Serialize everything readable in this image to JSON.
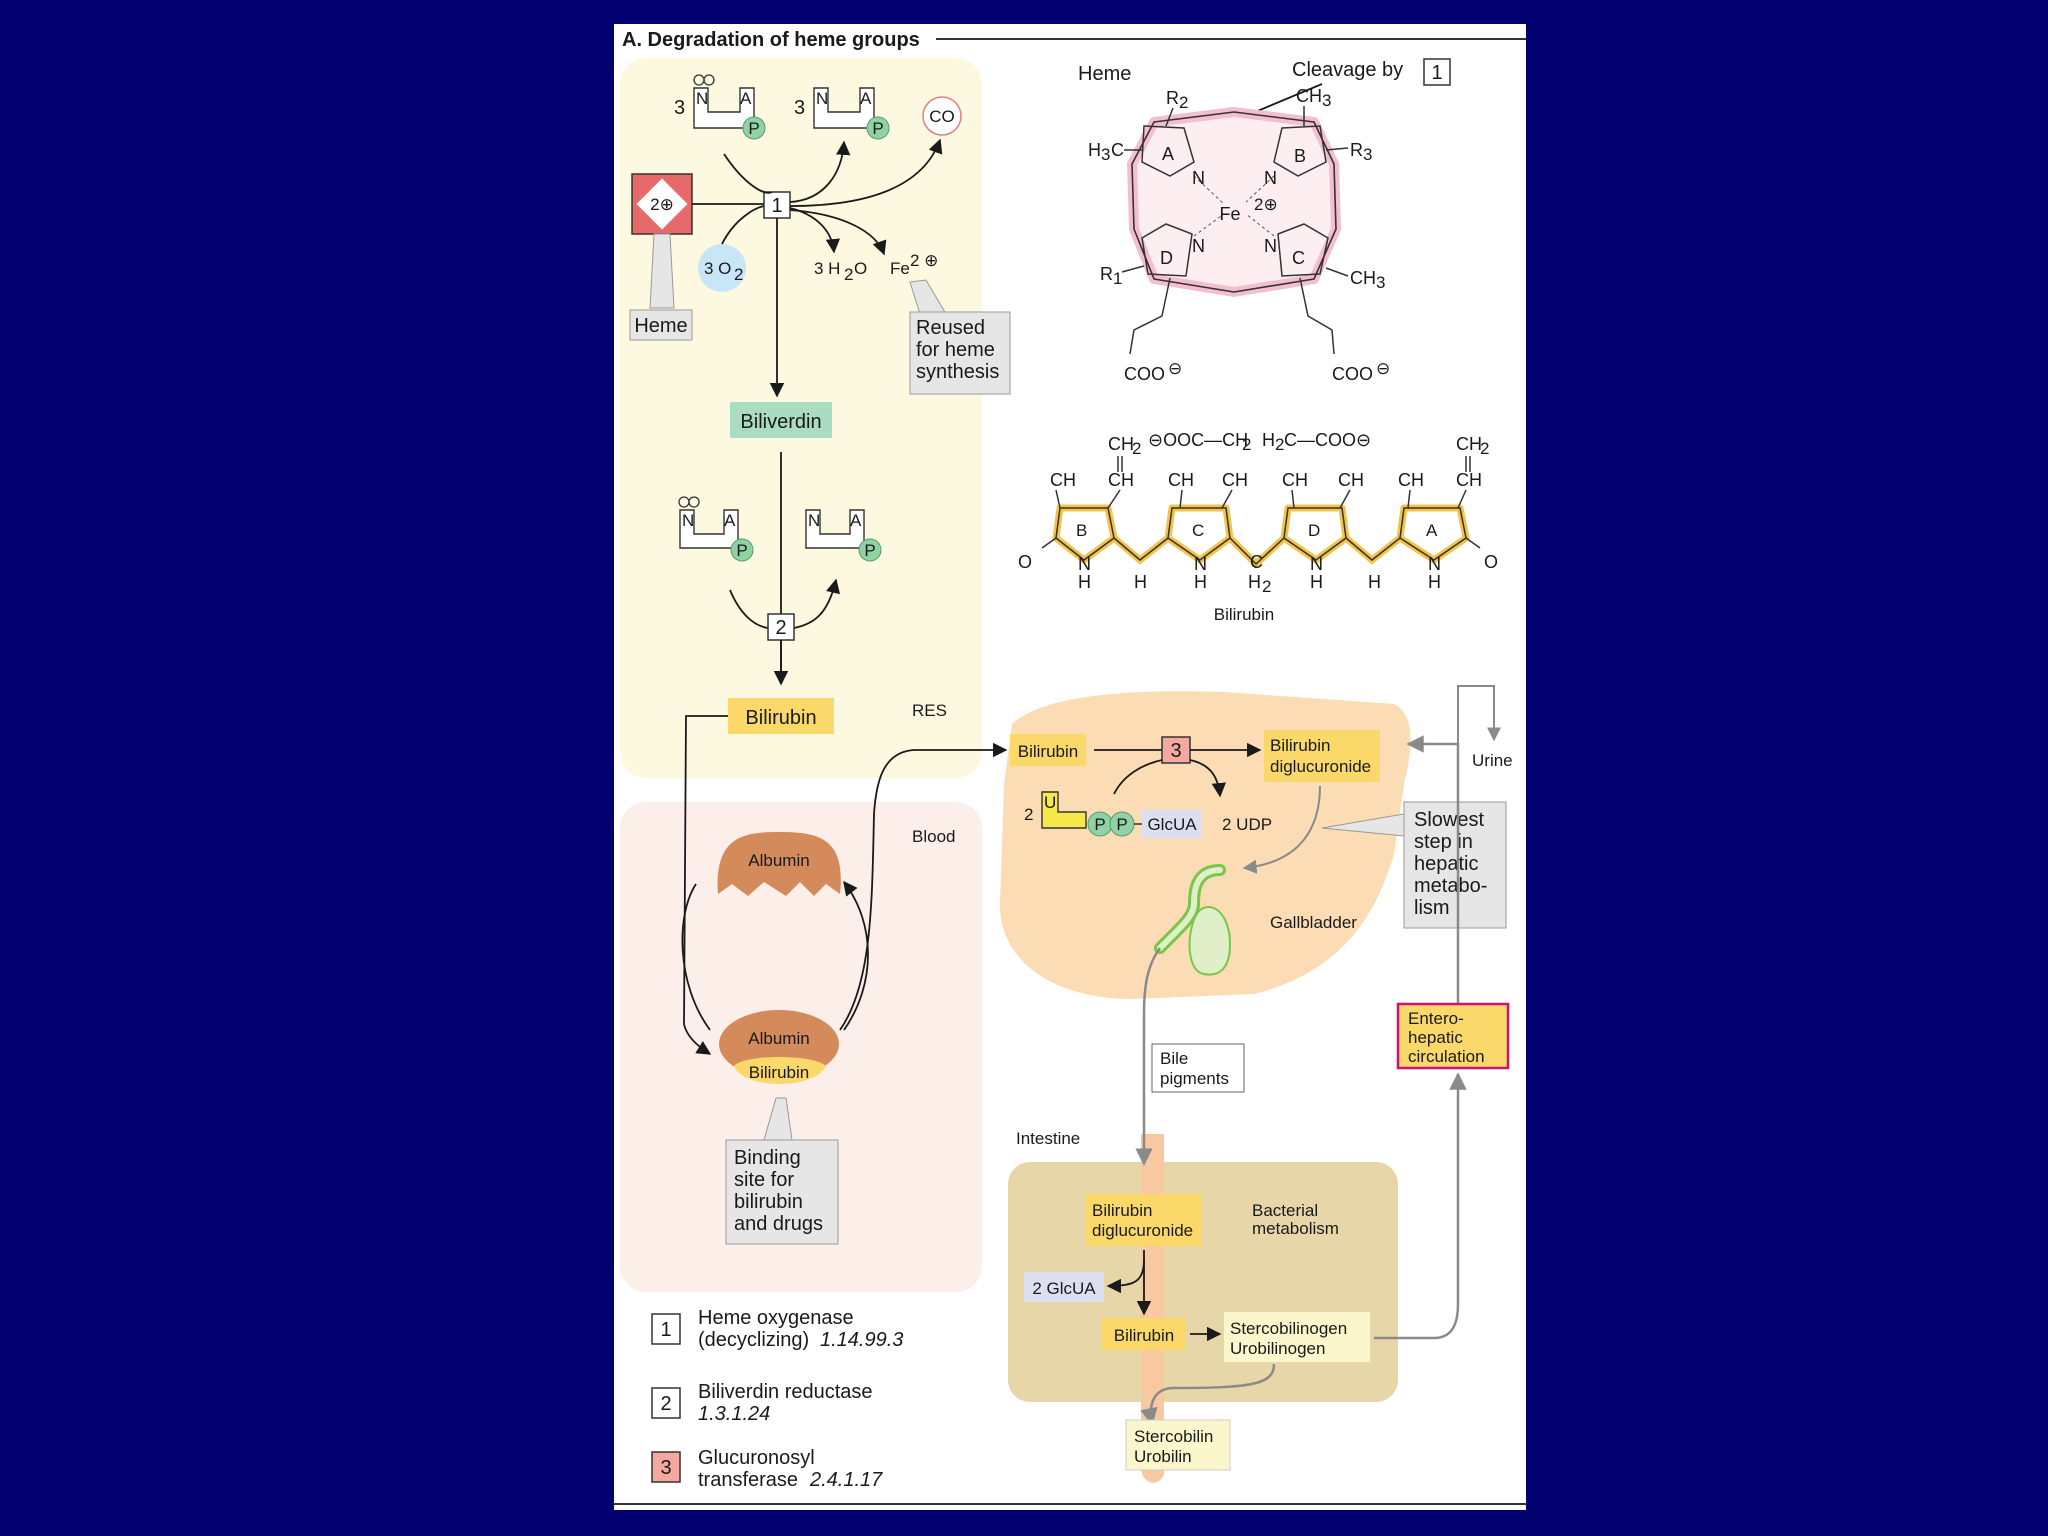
{
  "title": "A. Degradation of heme groups",
  "heme_structure": {
    "label": "Heme",
    "cleavage_label": "Cleavage by",
    "cleavage_enzyme": "1",
    "substituents": {
      "r2": "R",
      "r2_sub": "2",
      "r3": "R",
      "r3_sub": "3",
      "r1": "R",
      "r1_sub": "1",
      "ch3_top": "CH",
      "ch3_right": "CH",
      "h3c": "H",
      "h3c_c": "C",
      "three": "3",
      "ring_a": "A",
      "ring_b": "B",
      "ring_c": "C",
      "ring_d": "D",
      "n": "N",
      "fe": "Fe",
      "fe_charge": "2⊕",
      "coo": "COO",
      "coo_charge": "⊖"
    }
  },
  "bilirubin_structure": {
    "label": "Bilirubin",
    "top_row": [
      "CH",
      "⊖OOC—CH",
      "H",
      "C—COO⊖",
      "CH"
    ],
    "subs": [
      "2",
      "2",
      "2",
      "2"
    ],
    "ch3": "CH",
    "ch": "CH",
    "ring_labels": [
      "B",
      "C",
      "D",
      "A"
    ],
    "o": "O",
    "n": "N",
    "h": "H",
    "c": "C",
    "h2": "H"
  },
  "reaction1": {
    "heme_badge": "2⊕",
    "heme_label": "Heme",
    "o2": "3 O",
    "o2_sub": "2",
    "h2o": "3 H",
    "h2o_sub": "2",
    "h2o_o": "O",
    "fe": "Fe",
    "fe_charge": "2 ⊕",
    "co": "CO",
    "coef": "3",
    "n": "N",
    "a": "A",
    "p": "P",
    "enzyme": "1",
    "reused_note": [
      "Reused",
      "for heme",
      "synthesis"
    ]
  },
  "biliverdin": "Biliverdin",
  "reaction2": {
    "enzyme": "2",
    "n": "N",
    "a": "A",
    "p": "P"
  },
  "bilirubin_res": "Bilirubin",
  "res_label": "RES",
  "blood_label": "Blood",
  "albumin": "Albumin",
  "albumin_bound": {
    "albumin": "Albumin",
    "bilirubin": "Bilirubin"
  },
  "binding_note": [
    "Binding",
    "site for",
    "bilirubin",
    "and drugs"
  ],
  "liver": {
    "bilirubin": "Bilirubin",
    "enzyme": "3",
    "product": [
      "Bilirubin",
      "diglucuronide"
    ],
    "udp_coef": "2",
    "u": "U",
    "p": "P",
    "glcua": "GlcUA",
    "udp": "2 UDP",
    "slowest_note": [
      "Slowest",
      "step in",
      "hepatic",
      "metabo-",
      "lism"
    ],
    "gallbladder": "Gallbladder",
    "urine": "Urine"
  },
  "bile_pigments": [
    "Bile",
    "pigments"
  ],
  "intestine": {
    "label": "Intestine",
    "bacterial": [
      "Bacterial",
      "metabolism"
    ],
    "diglucuronide": [
      "Bilirubin",
      "diglucuronide"
    ],
    "glcua": "2 GlcUA",
    "bilirubin": "Bilirubin",
    "stercobilinogen": [
      "Stercobilinogen",
      "Urobilinogen"
    ],
    "stercobilin": [
      "Stercobilin",
      "Urobilin"
    ]
  },
  "enterohepatic": [
    "Entero-",
    "hepatic",
    "circulation"
  ],
  "legend": [
    {
      "num": "1",
      "name": "Heme oxygenase",
      "line2": "(decyclizing)",
      "ec": "1.14.99.3"
    },
    {
      "num": "2",
      "name": "Biliverdin reductase",
      "line2": "",
      "ec": "1.3.1.24"
    },
    {
      "num": "3",
      "name": "Glucuronosyl",
      "line2": " transferase",
      "ec": "2.4.1.17"
    }
  ],
  "colors": {
    "background": "#02006e",
    "res_zone": "#fdf9e0",
    "blood_zone": "#fcefe9",
    "liver": "#fbdcb4",
    "intestine_zone": "#e6d6a8",
    "bilirubin_box": "#fbd86a",
    "biliverdin_box": "#a9dcc0",
    "albumin": "#d48a5b",
    "phosphate": "#8fd2a4",
    "oxygen": "#c9e6f8",
    "enzyme3": "#f4a8a0",
    "enterohepatic_border": "#cc1177"
  }
}
